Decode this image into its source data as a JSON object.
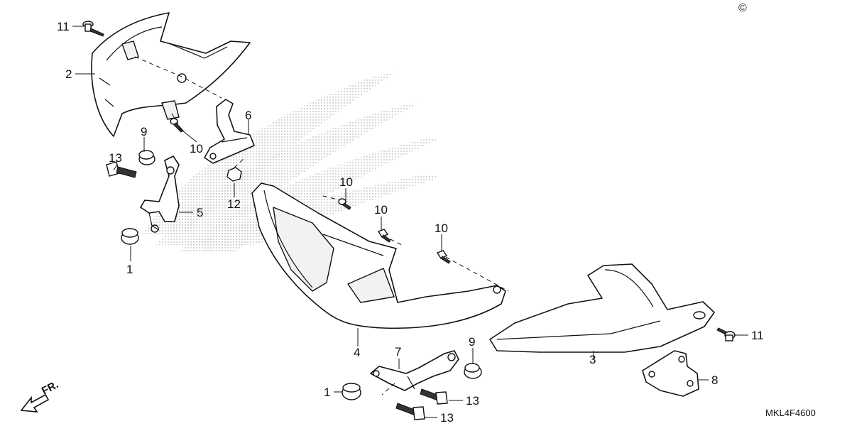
{
  "diagram": {
    "code": "MKL4F4600",
    "direction_label": "FR.",
    "copyright_symbol": "©",
    "callouts": [
      "11",
      "2",
      "6",
      "9",
      "10",
      "13",
      "5",
      "12",
      "1",
      "10",
      "10",
      "10",
      "4",
      "7",
      "9",
      "3",
      "11",
      "8",
      "1",
      "13",
      "13"
    ]
  }
}
